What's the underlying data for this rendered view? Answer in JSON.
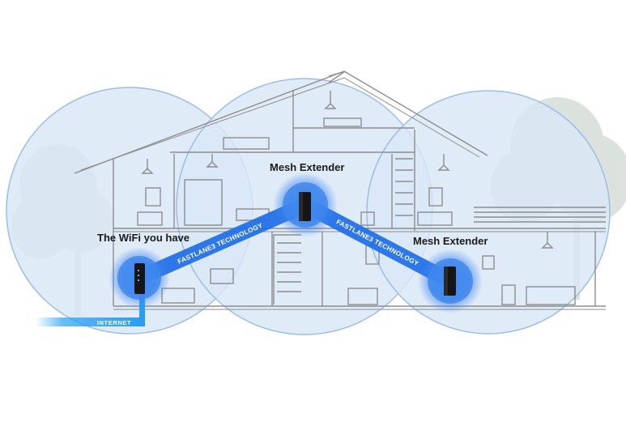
{
  "labels": {
    "wifi": "The WiFi you have",
    "mesh_top": "Mesh Extender",
    "mesh_right": "Mesh Extender",
    "beam_left": "FASTLANE3 TECHNOLOGY",
    "beam_right": "FASTLANE3 TECHNOLOGY",
    "internet": "INTERNET"
  },
  "colors": {
    "coverage_fill": "#dbe8f7",
    "coverage_stroke": "#9ebde3",
    "house_line": "#8c8c8c",
    "beam": "#1f6ee8",
    "node_glow": "#3d85ee",
    "device": "#151515",
    "tree": "#c9d3cc",
    "internet_cable": "#2a9ff0"
  },
  "icons": [
    "router-icon",
    "mesh-extender-icon",
    "tree-icon",
    "house-outline"
  ]
}
